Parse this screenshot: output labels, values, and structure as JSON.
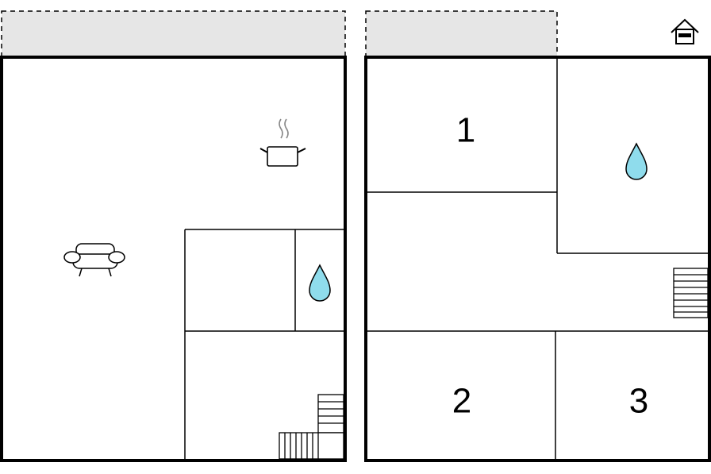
{
  "floors": [
    {
      "name": "ground-floor",
      "icons": [
        "kitchen-pot-icon",
        "sofa-icon",
        "water-drop-icon",
        "stairs-icon"
      ],
      "rooms": []
    },
    {
      "name": "upper-floor",
      "icons": [
        "water-drop-icon",
        "stairs-icon"
      ],
      "rooms": [
        {
          "number": "1"
        },
        {
          "number": "2"
        },
        {
          "number": "3"
        }
      ]
    }
  ],
  "legend": {
    "icon": "house-entrance-icon"
  },
  "colors": {
    "wall": "#000000",
    "terrace_fill": "#e6e6e6",
    "water": "#8fdcec",
    "icon_grey": "#777777"
  }
}
